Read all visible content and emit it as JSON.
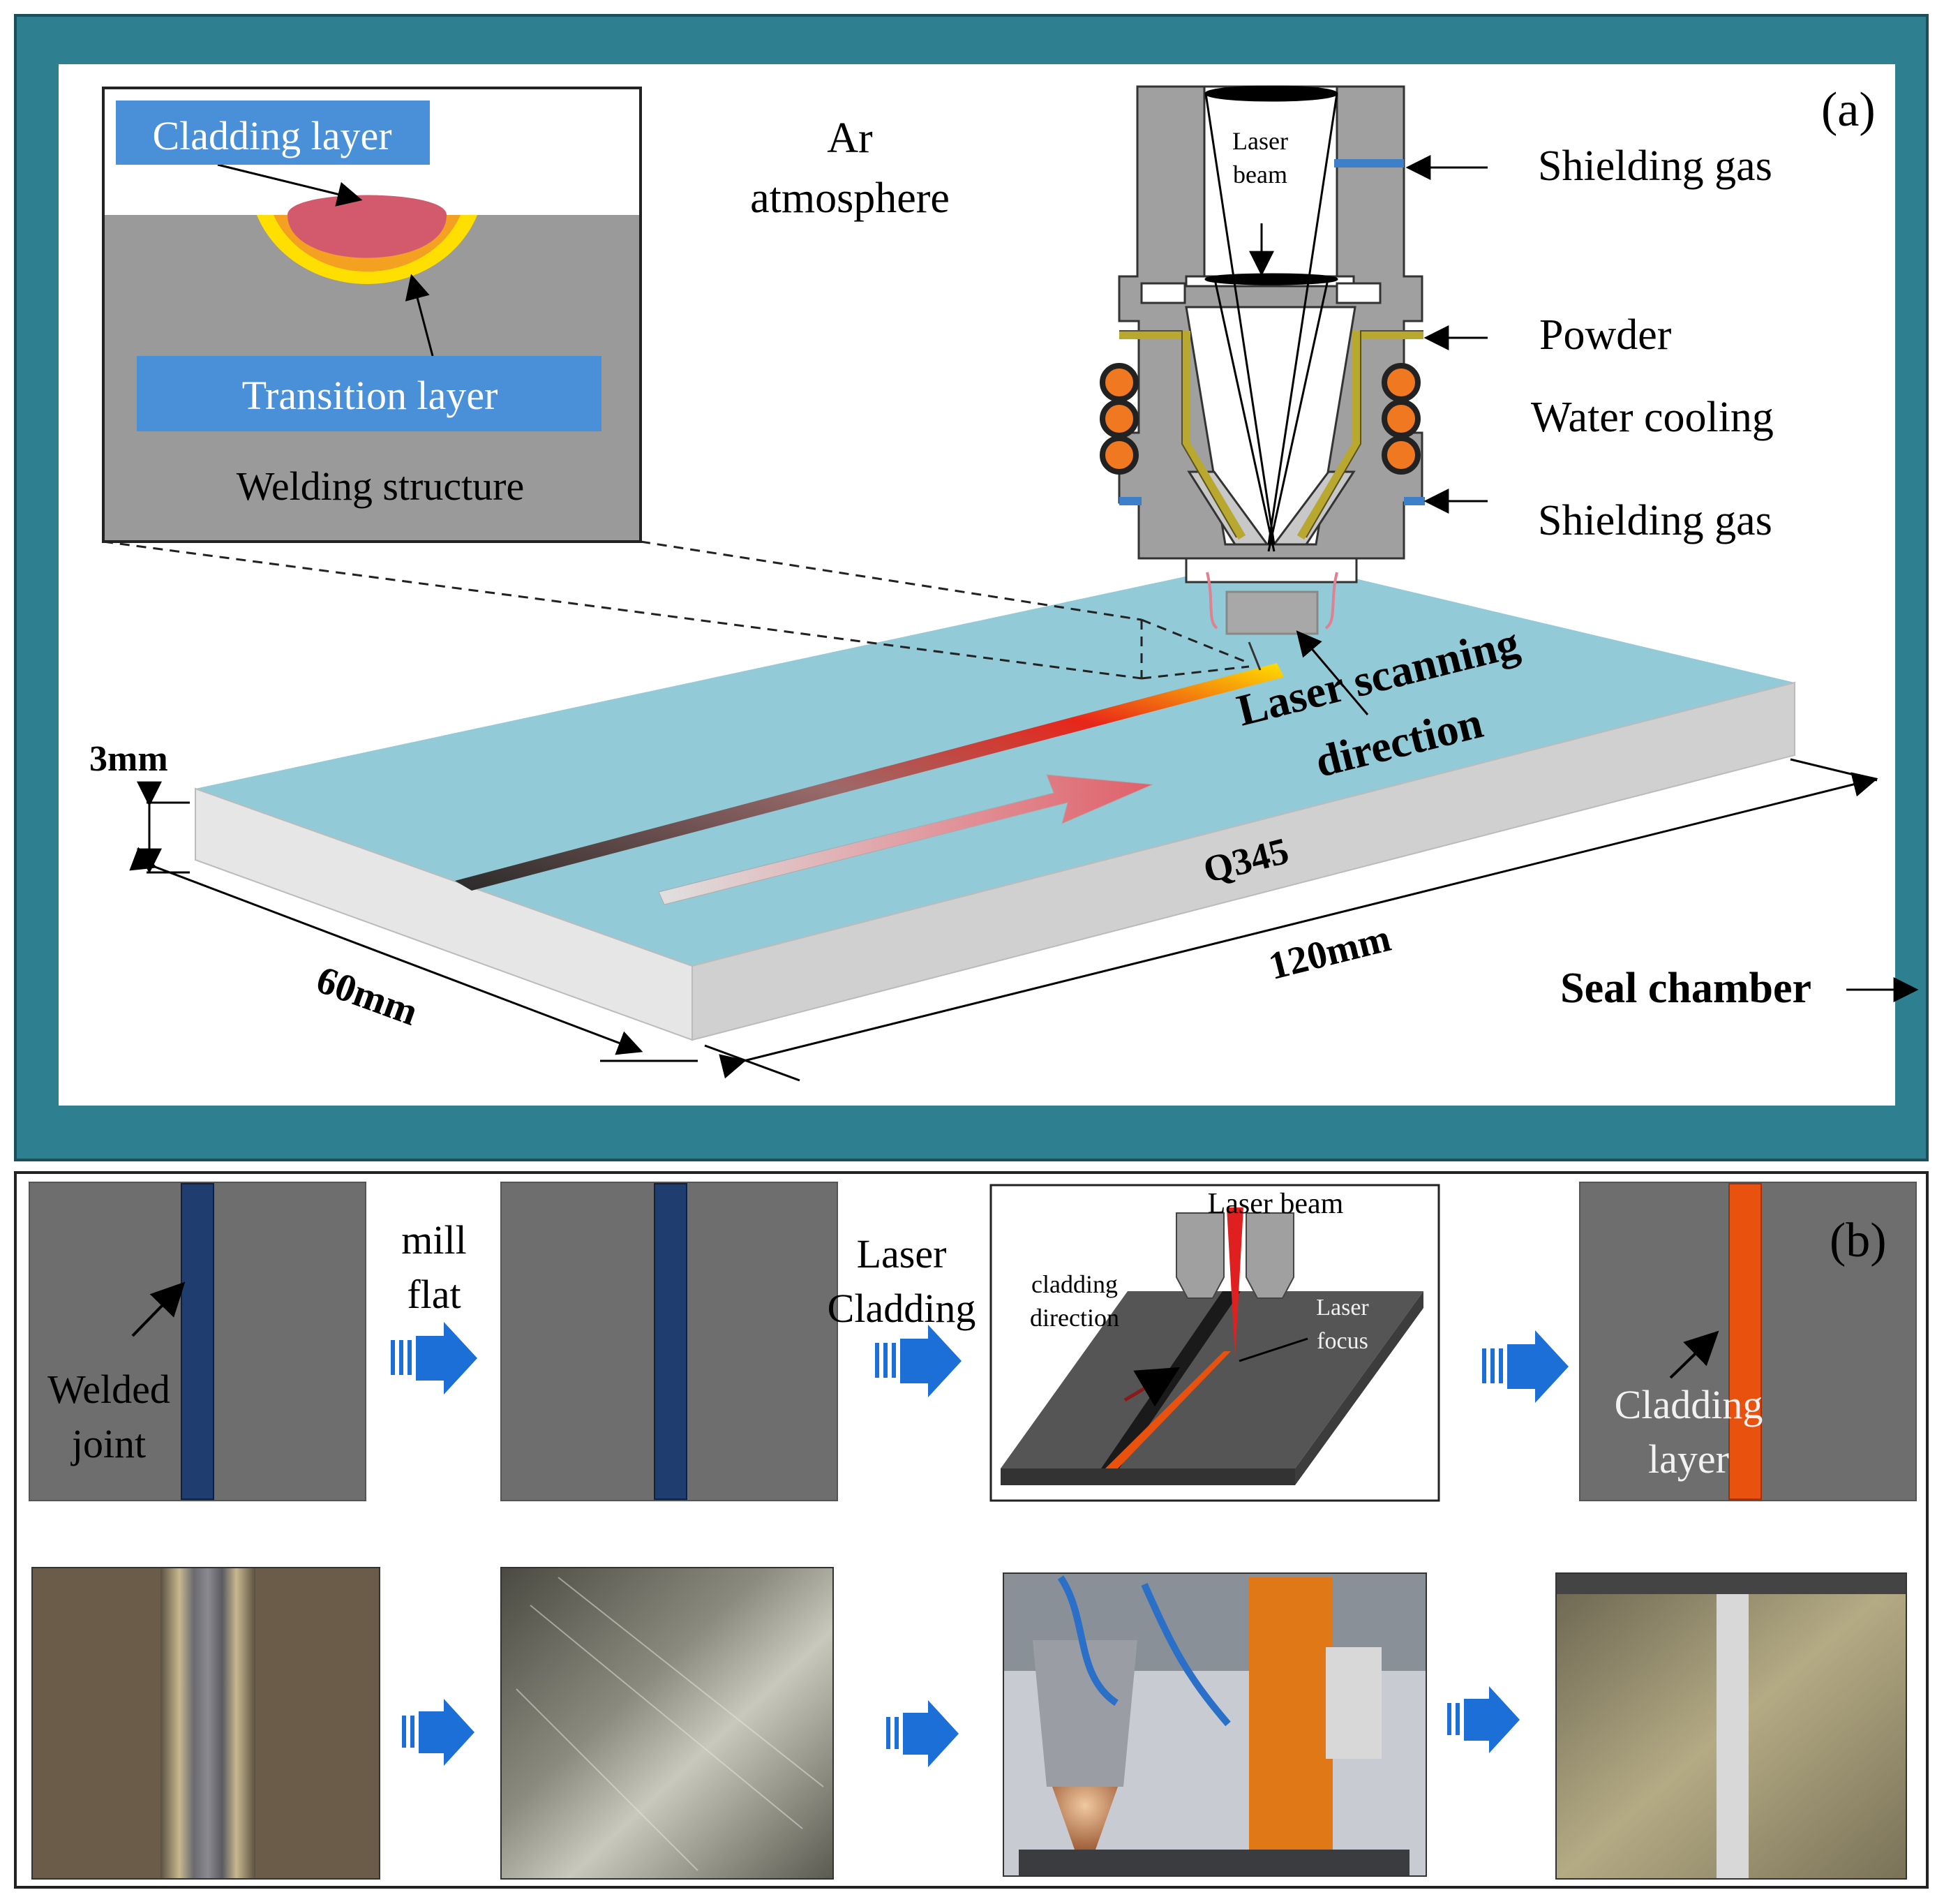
{
  "panel_a": {
    "label": "(a)",
    "inset": {
      "cladding_layer": "Cladding layer",
      "transition_layer": "Transition layer",
      "caption": "Welding structure"
    },
    "atmosphere_line1": "Ar",
    "atmosphere_line2": "atmosphere",
    "laser_beam_line1": "Laser",
    "laser_beam_line2": "beam",
    "shielding_gas_top": "Shielding gas",
    "powder": "Powder",
    "water_cooling": "Water cooling",
    "shielding_gas_bottom": "Shielding gas",
    "scan_line1": "Laser scanning",
    "scan_line2": "direction",
    "thickness": "3mm",
    "width": "60mm",
    "length": "120mm",
    "material": "Q345",
    "seal_chamber": "Seal chamber"
  },
  "panel_b": {
    "label": "(b)",
    "welded_line1": "Welded",
    "welded_line2": "joint",
    "mill_line1": "mill",
    "mill_line2": "flat",
    "laser_cladding_line1": "Laser",
    "laser_cladding_line2": "Cladding",
    "inset_laser_beam": "Laser beam",
    "cladding_dir_line1": "cladding",
    "cladding_dir_line2": "direction",
    "laser_focus_line1": "Laser",
    "laser_focus_line2": "focus",
    "cladding_layer_line1": "Cladding",
    "cladding_layer_line2": "layer"
  },
  "colors": {
    "frame_teal": "#2e7f8f",
    "plate_top": "#93cad8",
    "inset_bg": "#9a9a9a",
    "label_box": "#4a90d9",
    "arrow_blue": "#1c6fd6",
    "weld_blue": "#1f3d6e",
    "cladding_orange": "#e8520e"
  }
}
